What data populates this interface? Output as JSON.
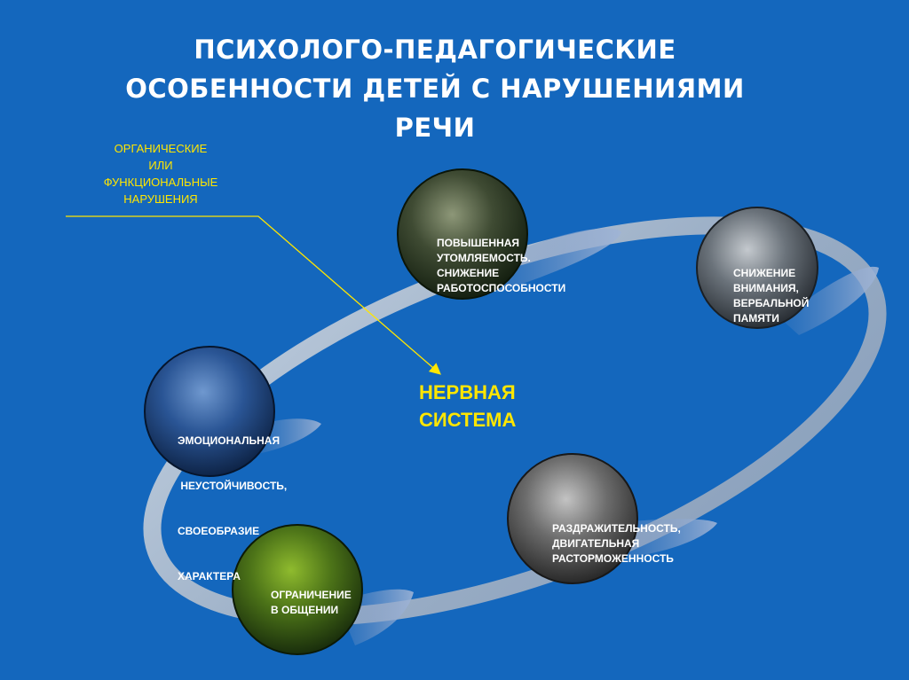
{
  "title": {
    "line1": "ПСИХОЛОГО-ПЕДАГОГИЧЕСКИЕ",
    "line2": "ОСОБЕННОСТИ ДЕТЕЙ С НАРУШЕНИЯМИ",
    "line3": "РЕЧИ"
  },
  "cause_label": {
    "line1": "ОРГАНИЧЕСКИЕ",
    "line2": "ИЛИ",
    "line3": "ФУНКЦИОНАЛЬНЫЕ",
    "line4": "НАРУШЕНИЯ"
  },
  "center_label": {
    "line1": "НЕРВНАЯ",
    "line2": "СИСТЕМА"
  },
  "nodes": {
    "fatigue": {
      "lines": [
        "ПОВЫШЕННАЯ",
        "УТОМЛЯЕМОСТЬ.",
        "СНИЖЕНИЕ",
        "РАБОТОСПОСОБНОСТИ"
      ]
    },
    "attention": {
      "lines": [
        "СНИЖЕНИЕ",
        "ВНИМАНИЯ,",
        "ВЕРБАЛЬНОЙ",
        "ПАМЯТИ"
      ]
    },
    "emotional": {
      "lines": [
        "ЭМОЦИОНАЛЬНАЯ",
        " НЕУСТОЙЧИВОСТЬ,",
        "СВОЕОБРАЗИЕ",
        "ХАРАКТЕРА"
      ]
    },
    "irritability": {
      "lines": [
        "РАЗДРАЖИТЕЛЬНОСТЬ,",
        "ДВИГАТЕЛЬНАЯ",
        "РАСТОРМОЖЕННОСТЬ"
      ]
    },
    "communication": {
      "lines": [
        "ОГРАНИЧЕНИЕ",
        "В ОБЩЕНИИ"
      ]
    }
  },
  "colors": {
    "background": "#1467bd",
    "accent_yellow": "#ffe600",
    "orbit": "#a9b9cf"
  }
}
